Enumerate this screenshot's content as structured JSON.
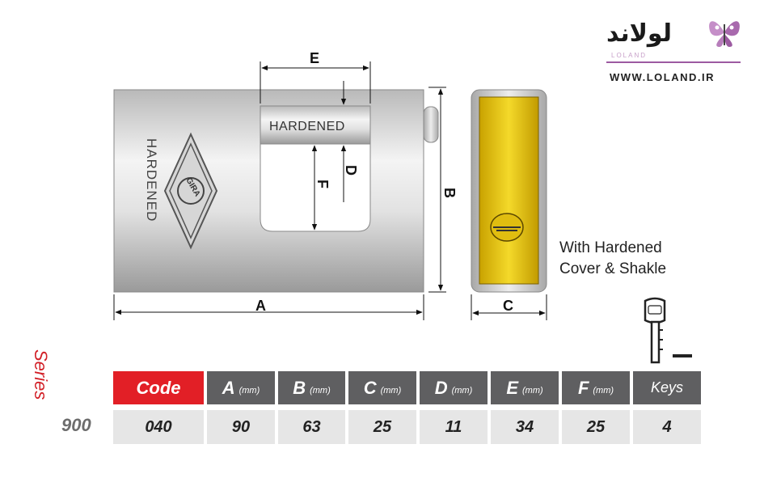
{
  "logo": {
    "name_fa": "لولاند",
    "name_en": "LOLAND",
    "url": "WWW.LOLAND.IR"
  },
  "drawing": {
    "shackle_text": "HARDENED",
    "body_text": "HARDENED",
    "badge_text": "GIRA",
    "dims": {
      "a": "A",
      "b": "B",
      "c": "C",
      "d": "D",
      "e": "E",
      "f": "F"
    }
  },
  "caption": {
    "line1": "With Hardened",
    "line2": "Cover & Shakle"
  },
  "series": {
    "label": "Series",
    "value": "900"
  },
  "table": {
    "headers": [
      {
        "label": "Code",
        "unit": ""
      },
      {
        "label": "A",
        "unit": "(mm)"
      },
      {
        "label": "B",
        "unit": "(mm)"
      },
      {
        "label": "C",
        "unit": "(mm)"
      },
      {
        "label": "D",
        "unit": "(mm)"
      },
      {
        "label": "E",
        "unit": "(mm)"
      },
      {
        "label": "F",
        "unit": "(mm)"
      },
      {
        "label": "Keys",
        "unit": ""
      }
    ],
    "row": [
      "040",
      "90",
      "63",
      "25",
      "11",
      "34",
      "25",
      "4"
    ]
  },
  "colors": {
    "accent_red": "#e21f26",
    "header_gray": "#5f5f61",
    "cell_gray": "#e6e6e6",
    "brass": "#e8c200",
    "logo_purple": "#9c5aa1"
  }
}
